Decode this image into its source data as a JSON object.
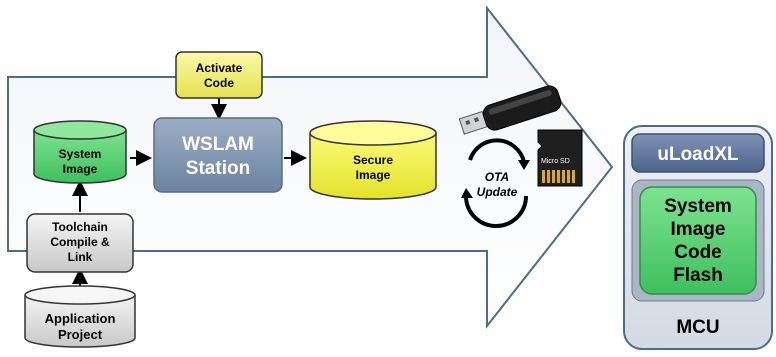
{
  "activate": {
    "line1": "Activate",
    "line2": "Code"
  },
  "system_image": {
    "line1": "System",
    "line2": "Image"
  },
  "wslam": {
    "line1": "WSLAM",
    "line2": "Station"
  },
  "secure_image": {
    "line1": "Secure",
    "line2": "Image"
  },
  "toolchain": {
    "line1": "Toolchain",
    "line2": "Compile &",
    "line3": "Link"
  },
  "app_project": {
    "line1": "Application",
    "line2": "Project"
  },
  "ota": {
    "line1": "OTA",
    "line2": "Update"
  },
  "microsd": {
    "label": "Micro SD"
  },
  "mcu": {
    "loader": "uLoadXL",
    "flash": {
      "line1": "System",
      "line2": "Image",
      "line3": "Code",
      "line4": "Flash"
    },
    "label": "MCU"
  },
  "icons": [
    "usb-drive-icon",
    "microsd-card-icon",
    "ota-cycle-icon"
  ],
  "colors": {
    "arrow_stroke": "#4a6d8c",
    "system_image_fill": "#5ed07a",
    "secure_image_fill": "#ecec3a",
    "activate_fill": "#f2f07a",
    "wslam_fill": "#8399b3",
    "mcu_fill": "#aab6c4",
    "cylinder_gray": "#d9d9d9"
  }
}
